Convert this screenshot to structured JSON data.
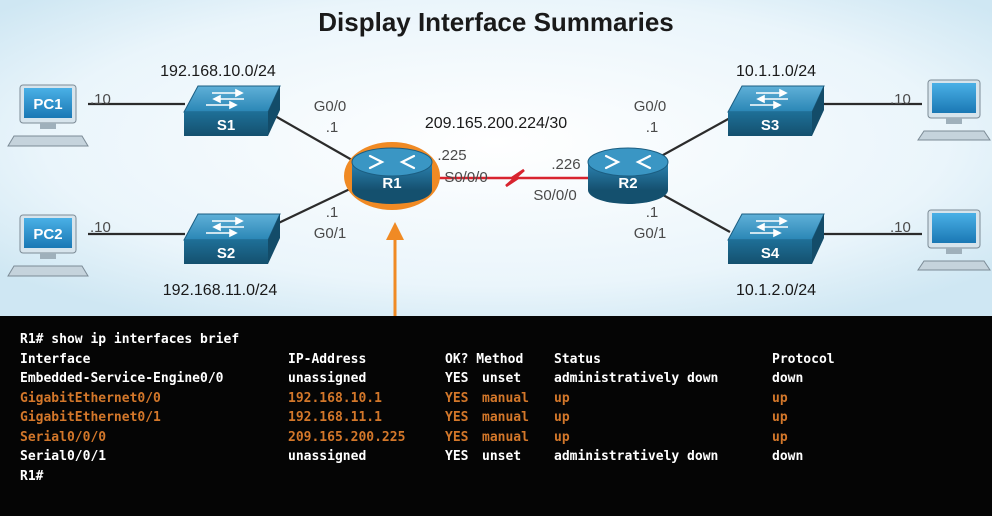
{
  "title": "Display Interface Summaries",
  "networks": {
    "lan_s1": "192.168.10.0/24",
    "lan_s2": "192.168.11.0/24",
    "lan_s3": "10.1.1.0/24",
    "lan_s4": "10.1.2.0/24",
    "wan": "209.165.200.224/30"
  },
  "devices": {
    "pc1": "PC1",
    "pc2": "PC2",
    "s1": "S1",
    "s2": "S2",
    "s3": "S3",
    "s4": "S4",
    "r1": "R1",
    "r2": "R2"
  },
  "host_addresses": {
    "pc1": ".10",
    "pc2": ".10",
    "pc3": ".10",
    "pc4": ".10"
  },
  "r1_ports": {
    "g00_name": "G0/0",
    "g00_addr": ".1",
    "g01_name": "G0/1",
    "g01_addr": ".1",
    "s000_name": "S0/0/0",
    "s000_addr": ".225"
  },
  "r2_ports": {
    "g00_name": "G0/0",
    "g00_addr": ".1",
    "g01_name": "G0/1",
    "g01_addr": ".1",
    "s000_name": "S0/0/0",
    "s000_addr": ".226"
  },
  "colors": {
    "highlight_orange": "#f08a24",
    "terminal_orange": "#d3772a",
    "serial_red": "#d8242f",
    "device_blue": "#1f6e96",
    "pc_blue": "#1d86c2"
  },
  "terminal": {
    "command": "R1# show ip interfaces brief",
    "headers": [
      "Interface",
      "IP-Address",
      "OK? Method",
      "Status",
      "Protocol"
    ],
    "rows": [
      [
        "Embedded-Service-Engine0/0",
        "unassigned",
        "YES",
        "unset",
        "administratively down",
        "down"
      ],
      [
        "GigabitEthernet0/0",
        "192.168.10.1",
        "YES",
        "manual",
        "up",
        "up"
      ],
      [
        "GigabitEthernet0/1",
        "192.168.11.1",
        "YES",
        "manual",
        "up",
        "up"
      ],
      [
        "Serial0/0/0",
        "209.165.200.225",
        "YES",
        "manual",
        "up",
        "up"
      ],
      [
        "Serial0/0/1",
        "unassigned",
        "YES",
        "unset",
        "administratively down",
        "down"
      ]
    ],
    "highlighted_rows": [
      1,
      2,
      3
    ],
    "prompt": "R1#"
  }
}
